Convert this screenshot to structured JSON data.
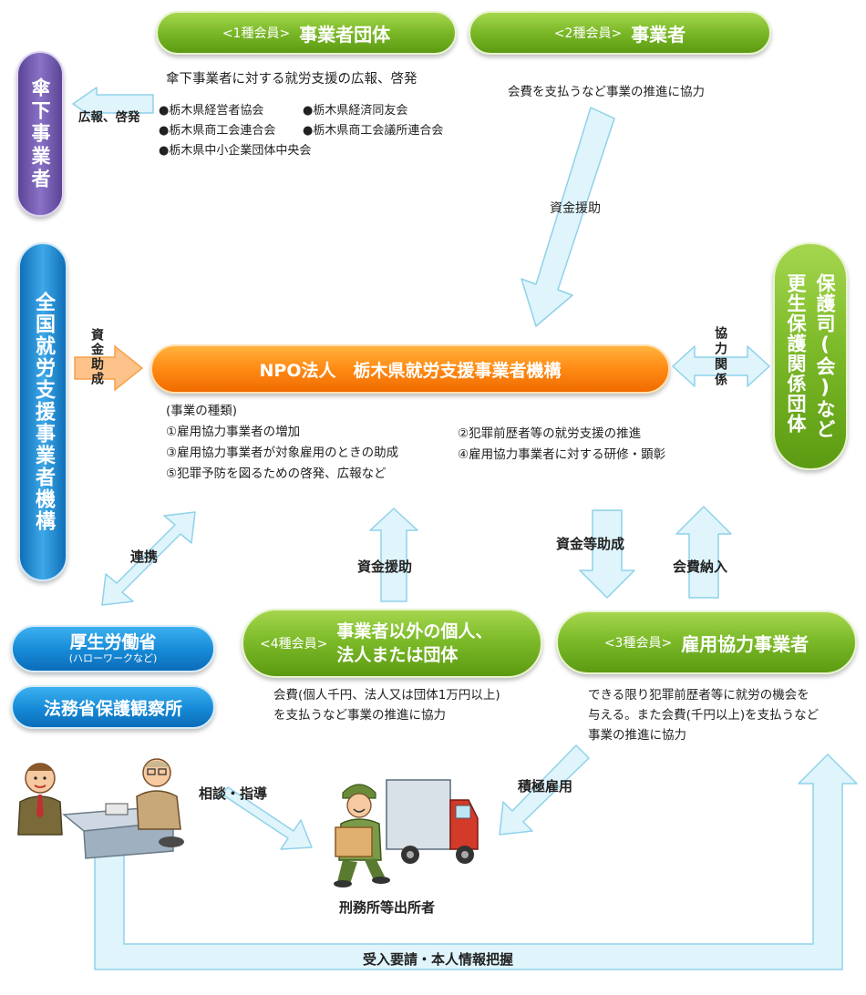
{
  "member1": {
    "tag": "<1種会員>",
    "name": "事業者団体",
    "desc": "傘下事業者に対する就労支援の広報、啓発",
    "orgs": [
      "●栃木県経営者協会",
      "●栃木県経済同友会",
      "●栃木県商工会連合会",
      "●栃木県商工会議所連合会",
      "●栃木県中小企業団体中央会"
    ]
  },
  "member2": {
    "tag": "<2種会員>",
    "name": "事業者",
    "desc": "会費を支払うなど事業の推進に協力"
  },
  "member3": {
    "tag": "<3種会員>",
    "name": "雇用協力事業者",
    "desc": [
      "できる限り犯罪前歴者等に就労の機会を",
      "与える。また会費(千円以上)を支払うなど",
      "事業の推進に協力"
    ]
  },
  "member4": {
    "tag": "<4種会員>",
    "name_lines": [
      "事業者以外の個人、",
      "法人または団体"
    ],
    "desc": [
      "会費(個人千円、法人又は団体1万円以上)",
      "を支払うなど事業の推進に協力"
    ]
  },
  "subsidiary": "傘下事業者",
  "national": "全国就労支援事業者機構",
  "npo": "NPO法人　栃木県就労支援事業者機構",
  "hogo": [
    "保護司(会)など",
    "更生保護関係団体"
  ],
  "mhlw": {
    "name": "厚生労働省",
    "sub": "(ハローワークなど)"
  },
  "moj": "法務省保護観察所",
  "business_types": [
    "(事業の種類)",
    "①雇用協力事業者の増加",
    "③雇用協力事業者が対象雇用のときの助成",
    "⑤犯罪予防を図るための啓発、広報など",
    "②犯罪前歴者等の就労支援の推進",
    "④雇用協力事業者に対する研修・顕彰"
  ],
  "labels": {
    "pr": "広報、啓発",
    "fund_support_top": "資金援助",
    "fund_grant": "資金助成",
    "cooperation": "協力関係",
    "collab": "連携",
    "fund_support_mid": "資金援助",
    "fund_etc_grant": "資金等助成",
    "fee_payment": "会費納入",
    "consult": "相談・指導",
    "active_hiring": "積極雇用",
    "released": "刑務所等出所者",
    "bottom": "受入要請・本人情報把握"
  },
  "colors": {
    "green": "#7dbb2a",
    "orange": "#ff8a14",
    "purple": "#6a55a8",
    "blue": "#1e88d0",
    "arrow_fill": "#dff4fb",
    "arrow_stroke": "#8fd2ea"
  }
}
